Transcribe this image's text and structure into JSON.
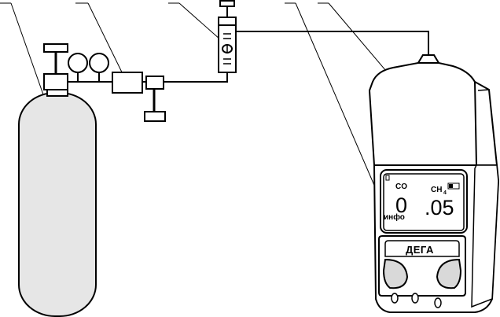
{
  "device": {
    "gas1_label": "CO",
    "gas2_label": "CH",
    "gas2_subscript": "4",
    "reading1": "0",
    "reading2": ".05",
    "mode_label": "инфо",
    "brand": "ДЕГА"
  },
  "colors": {
    "cylinder_fill": "#e6e6e6",
    "line": "#000000",
    "background": "#ffffff",
    "button_fill": "#d9d9d9"
  },
  "icons": {
    "reg_gauge": "pressure-gauge-icon",
    "rotameter_float": "float-icon"
  }
}
